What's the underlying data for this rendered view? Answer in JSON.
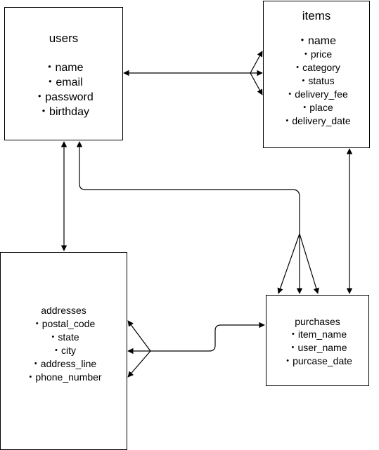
{
  "entities": {
    "users": {
      "title": "users",
      "fields": [
        "name",
        "email",
        "password",
        "birthday"
      ]
    },
    "items": {
      "title": "items",
      "fields": [
        "name",
        "price",
        "category",
        "status",
        "delivery_fee",
        "place",
        "delivery_date"
      ]
    },
    "addresses": {
      "title": "addresses",
      "fields": [
        "postal_code",
        "state",
        "city",
        "address_line",
        "phone_number"
      ]
    },
    "purchases": {
      "title": "purchases",
      "fields": [
        "item_name",
        "user_name",
        "purcase_date"
      ]
    }
  },
  "relationships": [
    {
      "from": "users",
      "to": "items",
      "type": "one-to-many"
    },
    {
      "from": "users",
      "to": "addresses",
      "type": "one-to-one"
    },
    {
      "from": "users",
      "to": "purchases",
      "type": "one-to-many"
    },
    {
      "from": "items",
      "to": "purchases",
      "type": "one-to-one"
    },
    {
      "from": "purchases",
      "to": "addresses",
      "type": "one-to-many"
    }
  ],
  "colors": {
    "stroke": "#000000",
    "background": "#ffffff"
  }
}
